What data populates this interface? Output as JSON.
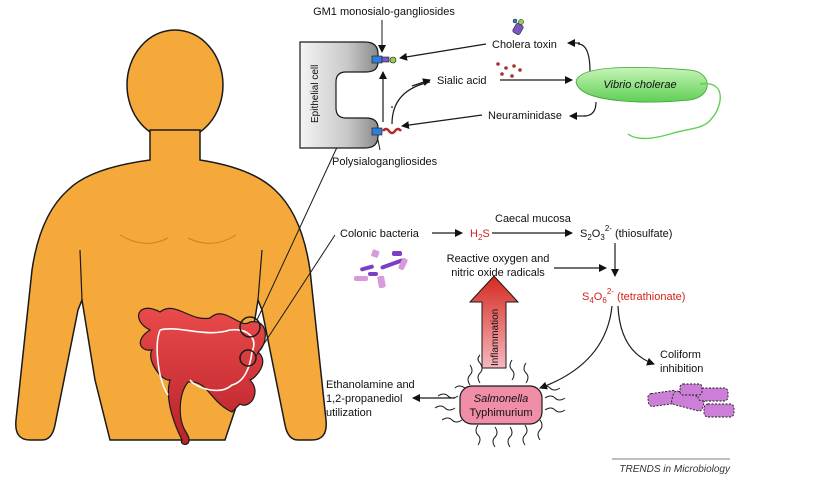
{
  "top": {
    "gm1_label": "GM1 monosialo-gangliosides",
    "epithelial_cell": "Epithelial cell",
    "cholera_toxin": "Cholera toxin",
    "sialic_acid": "Sialic acid",
    "vibrio": "Vibrio cholerae",
    "neuraminidase": "Neuraminidase",
    "polysialo": "Polysialogangliosides"
  },
  "bottom": {
    "colonic_bacteria": "Colonic bacteria",
    "h2s_base": "H",
    "h2s_sub": "2",
    "h2s_end": "S",
    "caecal": "Caecal mucosa",
    "thio_base": "S",
    "thio_sub1": "2",
    "thio_mid": "O",
    "thio_sub2": "3",
    "thio_sup": "2-",
    "thio_name": "(thiosulfate)",
    "ros_line1": "Reactive oxygen and",
    "ros_line2": "nitric oxide radicals",
    "tetra_base": "S",
    "tetra_sub1": "4",
    "tetra_mid": "O",
    "tetra_sub2": "6",
    "tetra_sup": "2-",
    "tetra_name": "(tetrathionate)",
    "inflammation": "Inflammation",
    "coliform_line1": "Coliform",
    "coliform_line2": "inhibition",
    "ethanol_line1": "Ethanolamine and",
    "ethanol_line2": "1,2-propanediol",
    "ethanol_line3": "utilization",
    "salmonella_line1": "Salmonella",
    "salmonella_line2": "Typhimurium"
  },
  "footer": "TRENDS in Microbiology",
  "colors": {
    "skin": "#f5a93a",
    "skin_outline": "#1a1a1a",
    "colon": "#d9353a",
    "vibrio_green": "#7ed67a",
    "salmonella_pink": "#f08ea8",
    "inflammation_red": "#d42a1f",
    "coliform_purple": "#cc7fd6",
    "bacteria_purple": "#7b3ec4",
    "label_red": "#d0241b"
  }
}
